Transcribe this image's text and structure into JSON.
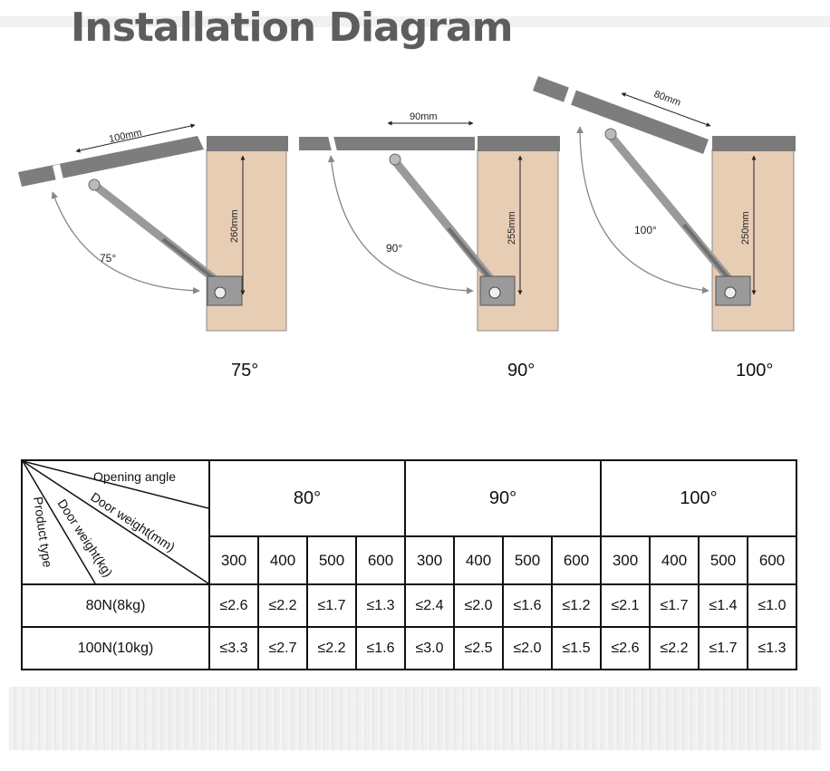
{
  "title": "Installation Diagram",
  "diagrams": [
    {
      "top_dim": "100mm",
      "side_dim": "260mm",
      "angle_label": "75°",
      "caption": "75°"
    },
    {
      "top_dim": "90mm",
      "side_dim": "255mm",
      "angle_label": "90°",
      "caption": "90°"
    },
    {
      "top_dim": "80mm",
      "side_dim": "250mm",
      "angle_label": "100°",
      "caption": "100°"
    }
  ],
  "table": {
    "corner": {
      "opening_angle": "Opening angle",
      "door_weight_mm": "Door weight(mm)",
      "door_weight_kg": "Door weight(kg)",
      "product_type": "Product type"
    },
    "angles": [
      "80°",
      "90°",
      "100°"
    ],
    "widths": [
      "300",
      "400",
      "500",
      "600",
      "300",
      "400",
      "500",
      "600",
      "300",
      "400",
      "500",
      "600"
    ],
    "rows": [
      {
        "product": "80N(8kg)",
        "values": [
          "≤2.6",
          "≤2.2",
          "≤1.7",
          "≤1.3",
          "≤2.4",
          "≤2.0",
          "≤1.6",
          "≤1.2",
          "≤2.1",
          "≤1.7",
          "≤1.4",
          "≤1.0"
        ]
      },
      {
        "product": "100N(10kg)",
        "values": [
          "≤3.3",
          "≤2.7",
          "≤2.2",
          "≤1.6",
          "≤3.0",
          "≤2.5",
          "≤2.0",
          "≤1.5",
          "≤2.6",
          "≤2.2",
          "≤1.7",
          "≤1.3"
        ]
      }
    ]
  }
}
